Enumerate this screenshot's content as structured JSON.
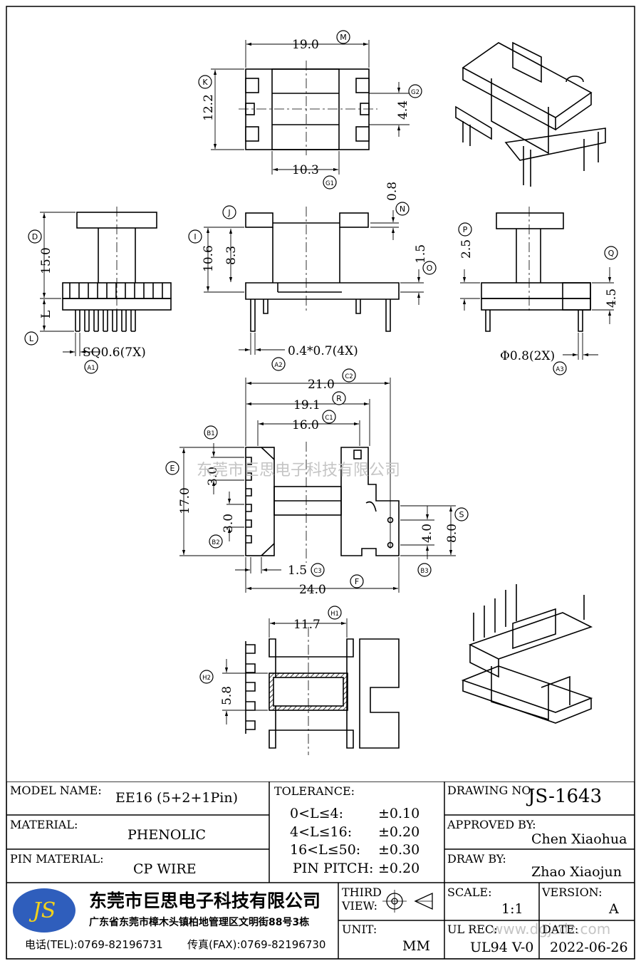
{
  "dimensions": {
    "d_19_0": "19.0",
    "d_12_2": "12.2",
    "d_4_4": "4.4",
    "d_10_3": "10.3",
    "d_0_8": "0.8",
    "d_15_0": "15.0",
    "d_L": "L",
    "d_sq06": "SQ0.6(7X)",
    "d_10_6": "10.6",
    "d_8_3": "8.3",
    "d_1_5": "1.5",
    "d_04x07": "0.4*0.7(4X)",
    "d_2_5": "2.5",
    "d_4_5": "4.5",
    "d_phi08": "Φ0.8(2X)",
    "d_21_0": "21.0",
    "d_19_1": "19.1",
    "d_16_0": "16.0",
    "d_17_0": "17.0",
    "d_3_0a": "3.0",
    "d_3_0b": "3.0",
    "d_4_0": "4.0",
    "d_8_0": "8.0",
    "d_1_5b": "1.5",
    "d_24_0": "24.0",
    "d_11_7": "11.7",
    "d_5_8": "5.8"
  },
  "callouts": [
    "M",
    "K",
    "G2",
    "G1",
    "J",
    "N",
    "I",
    "O",
    "D",
    "L",
    "A1",
    "A2",
    "P",
    "Q",
    "A3",
    "C2",
    "R",
    "C1",
    "B1",
    "E",
    "B2",
    "S",
    "C3",
    "F",
    "B3",
    "H1",
    "H2"
  ],
  "watermarks": {
    "company": "东莞市巨思电子科技有限公司",
    "site": "www.dgjsdz.com"
  },
  "title_block": {
    "model_label": "MODEL NAME:",
    "model_value": "EE16 (5+2+1Pin)",
    "material_label": "MATERIAL:",
    "material_value": "PHENOLIC",
    "pin_material_label": "PIN MATERIAL:",
    "pin_material_value": "CP WIRE",
    "tolerance_label": "TOLERANCE:",
    "tol_rows": [
      {
        "range": "0<L≤4:",
        "value": "±0.10"
      },
      {
        "range": "4<L≤16:",
        "value": "±0.20"
      },
      {
        "range": "16<L≤50:",
        "value": "±0.30"
      },
      {
        "range": "PIN PITCH:",
        "value": "±0.20"
      }
    ],
    "drawing_no_label": "DRAWING NO.",
    "drawing_no_value": "JS-1643",
    "approved_label": "APPROVED BY:",
    "approved_value": "Chen Xiaohua",
    "draw_label": "DRAW BY:",
    "draw_value": "Zhao Xiaojun",
    "logo_text": "JS",
    "company_name": "东莞市巨思电子科技有限公司",
    "company_address": "广东省东莞市樟木头镇柏地管理区文明街88号3栋",
    "phone": "电话(TEL):0769-82196731",
    "fax": "传真(FAX):0769-82196730",
    "third_view_label": "THIRD VIEW:",
    "unit_label": "UNIT:",
    "unit_value": "MM",
    "scale_label": "SCALE:",
    "scale_value": "1:1",
    "version_label": "VERSION:",
    "version_value": "A",
    "ul_label": "UL REC:",
    "ul_value": "UL94 V-0",
    "date_label": "DATE:",
    "date_value": "2022-06-26"
  },
  "colors": {
    "logo_blue": "#2f5ebc",
    "logo_text": "#f3d21a",
    "watermark": "#c4c4c4"
  }
}
